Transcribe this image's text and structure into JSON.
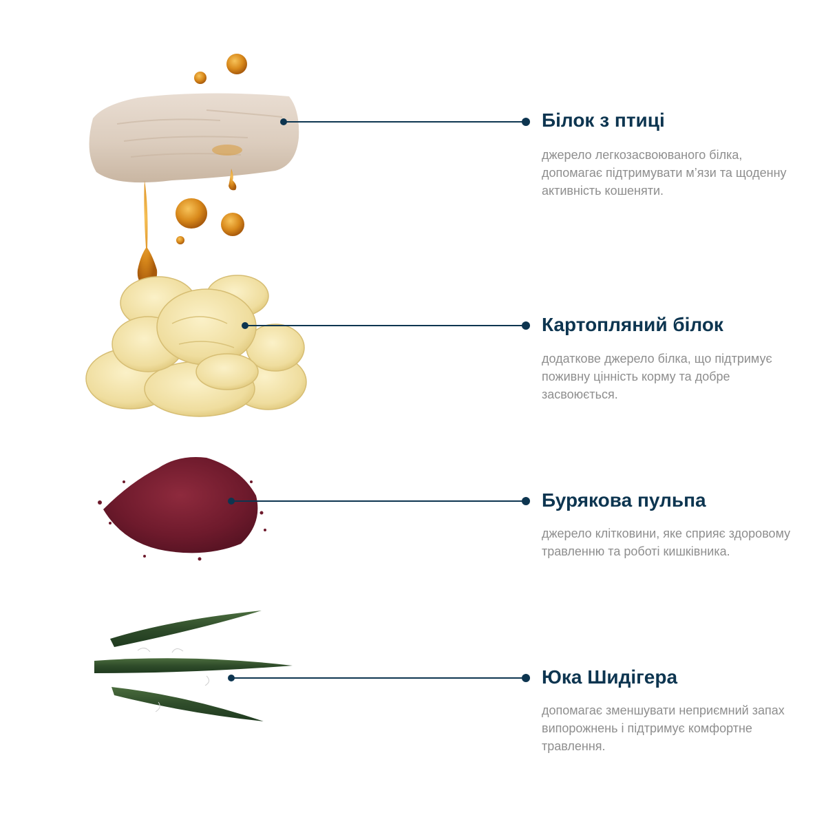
{
  "colors": {
    "accent": "#0d3550",
    "description_text": "#8e8e8e",
    "background": "#ffffff"
  },
  "ingredients": [
    {
      "title": "Білок з птиці",
      "description": "джерело легкозасвоюваного білка, допомагає підтримувати м’язи та щоденну активність кошеняти.",
      "icon": "chicken-meat-icon"
    },
    {
      "title": "Картопляний білок",
      "description": "додаткове джерело білка, що підтримує поживну цінність корму та добре засвоюється.",
      "icon": "potato-chips-icon"
    },
    {
      "title": "Бурякова пульпа",
      "description": "джерело клітковини, яке сприяє здоровому травленню та роботі кишківника.",
      "icon": "beet-powder-icon"
    },
    {
      "title": "Юка Шидігера",
      "description": "допомагає зменшувати неприємний запах випорожнень і підтримує комфортне травлення.",
      "icon": "yucca-leaves-icon"
    }
  ]
}
